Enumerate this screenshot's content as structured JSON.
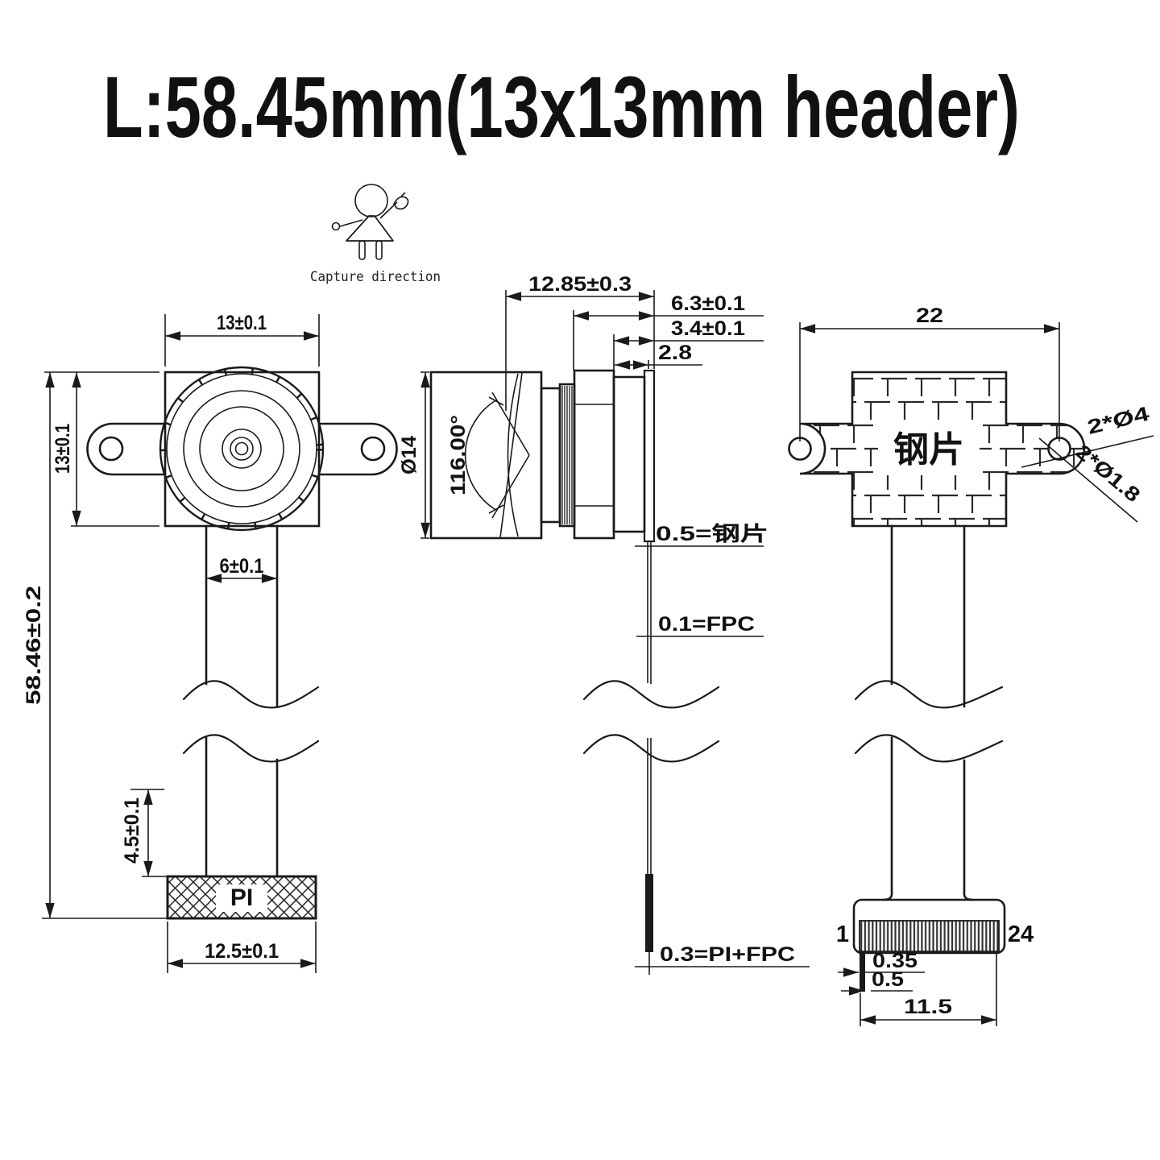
{
  "title": "L:58.45mm(13x13mm header)",
  "capture": {
    "label": "Capture direction"
  },
  "colors": {
    "line": "#1a1a1a",
    "background": "#ffffff"
  },
  "front_view": {
    "dim_width": "13±0.1",
    "dim_height": "13±0.1",
    "dim_total_length": "58.46±0.2",
    "dim_cable_width": "6±0.1",
    "dim_pi_tail": "4.5±0.1",
    "dim_pi_width": "12.5±0.1",
    "pi_label": "PI"
  },
  "side_view": {
    "dim_total": "12.85±0.3",
    "dim_holder": "6.3±0.1",
    "dim_back": "3.4±0.1",
    "dim_step": "2.8",
    "dim_lens_diameter": "Ø14",
    "fov_angle": "116.00°",
    "callout_steel": "0.5=钢片",
    "callout_fpc": "0.1=FPC",
    "callout_pi_fpc": "0.3=PI+FPC"
  },
  "back_view": {
    "dim_hole_span": "22",
    "steel_label": "钢片",
    "callout_pad": "2*Ø4",
    "callout_hole": "2*Ø1.8",
    "pin_first": "1",
    "pin_last": "24",
    "dim_pin_width": "0.35",
    "dim_pin_pitch": "0.5",
    "dim_connector_width": "11.5"
  }
}
